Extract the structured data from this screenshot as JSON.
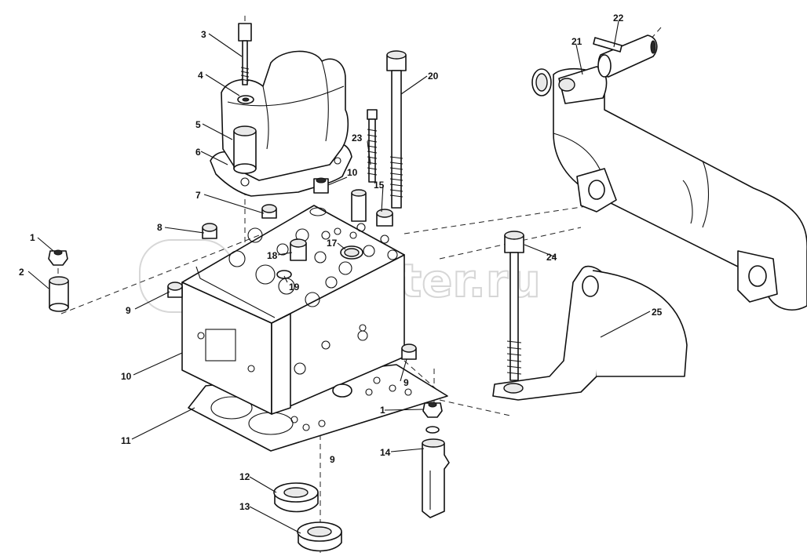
{
  "watermark": {
    "text": "autopiter.ru"
  },
  "callouts": [
    {
      "id": "c1a",
      "text": "1"
    },
    {
      "id": "c1b",
      "text": "1"
    },
    {
      "id": "c2",
      "text": "2"
    },
    {
      "id": "c3",
      "text": "3"
    },
    {
      "id": "c4",
      "text": "4"
    },
    {
      "id": "c5",
      "text": "5"
    },
    {
      "id": "c6",
      "text": "6"
    },
    {
      "id": "c7",
      "text": "7"
    },
    {
      "id": "c8",
      "text": "8"
    },
    {
      "id": "c9a",
      "text": "9"
    },
    {
      "id": "c9b",
      "text": "9"
    },
    {
      "id": "c9c",
      "text": "9"
    },
    {
      "id": "c10a",
      "text": "10"
    },
    {
      "id": "c10b",
      "text": "10"
    },
    {
      "id": "c11",
      "text": "11"
    },
    {
      "id": "c12",
      "text": "12"
    },
    {
      "id": "c13",
      "text": "13"
    },
    {
      "id": "c14",
      "text": "14"
    },
    {
      "id": "c15",
      "text": "15"
    },
    {
      "id": "c17",
      "text": "17"
    },
    {
      "id": "c18",
      "text": "18"
    },
    {
      "id": "c19",
      "text": "19"
    },
    {
      "id": "c20",
      "text": "20"
    },
    {
      "id": "c21",
      "text": "21"
    },
    {
      "id": "c22",
      "text": "22"
    },
    {
      "id": "c23",
      "text": "23"
    },
    {
      "id": "c24",
      "text": "24"
    },
    {
      "id": "c25",
      "text": "25"
    }
  ]
}
